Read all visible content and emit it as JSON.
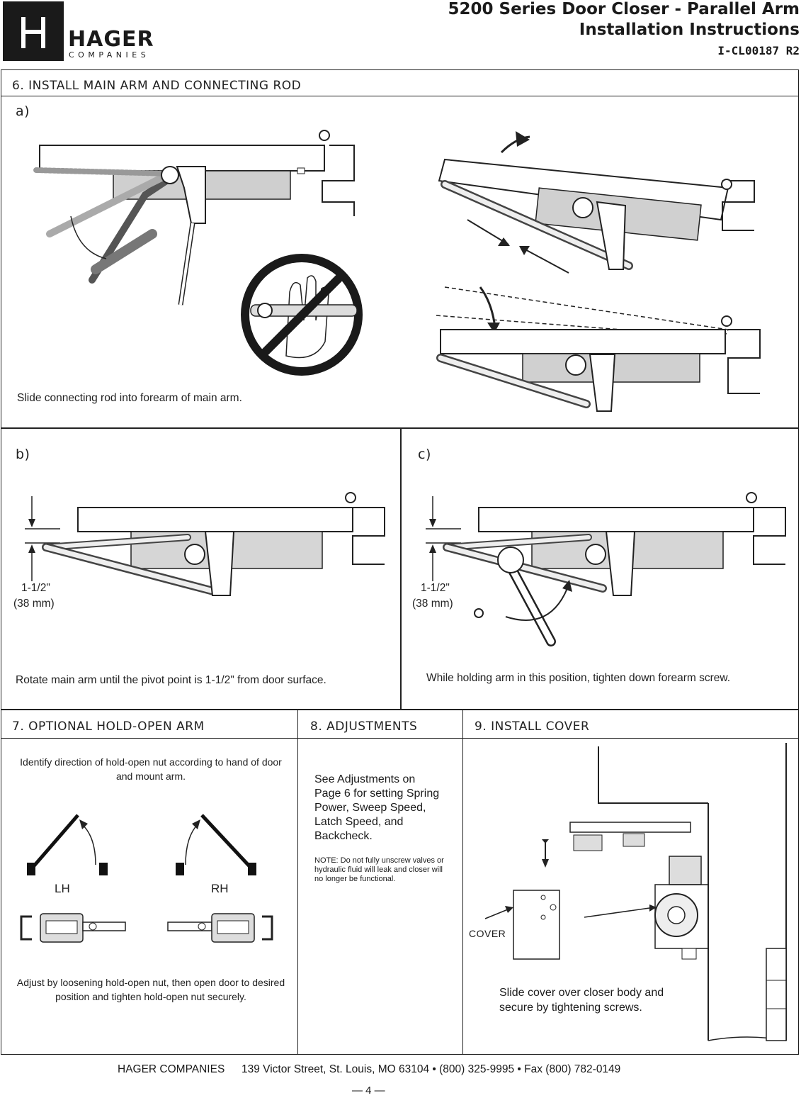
{
  "header": {
    "logo_text": "HAGER",
    "logo_sub": "COMPANIES",
    "title_line1": "5200 Series Door Closer - Parallel Arm",
    "title_line2": "Installation Instructions",
    "doc_code": "I-CL00187 R2"
  },
  "step6": {
    "heading": "6. INSTALL MAIN ARM AND CONNECTING ROD",
    "a": {
      "label": "a)",
      "caption": "Slide connecting rod into forearm of main arm."
    },
    "b": {
      "label": "b)",
      "dim_inch": "1-1/2\"",
      "dim_mm": "(38 mm)",
      "caption": "Rotate main arm until the pivot point is 1-1/2\" from door surface."
    },
    "c": {
      "label": "c)",
      "dim_inch": "1-1/2\"",
      "dim_mm": "(38 mm)",
      "caption": "While holding arm in this position, tighten down forearm screw."
    }
  },
  "step7": {
    "heading": "7. OPTIONAL HOLD-OPEN ARM",
    "intro": "Identify direction of hold-open nut according to hand of door and mount arm.",
    "lh_label": "LH",
    "rh_label": "RH",
    "adjust_text": "Adjust by loosening hold-open nut, then open door to desired position and tighten hold-open nut securely."
  },
  "step8": {
    "heading": "8. ADJUSTMENTS",
    "body": "See Adjustments on Page 6 for setting Spring Power, Sweep Speed, Latch Speed, and Backcheck.",
    "note": "NOTE: Do not fully unscrew valves or hydraulic fluid will leak and closer will no longer be functional."
  },
  "step9": {
    "heading": "9. INSTALL COVER",
    "cover_label": "COVER",
    "caption": "Slide cover over closer body and secure by tightening screws."
  },
  "footer": {
    "company": "HAGER COMPANIES",
    "address": "139 Victor Street, St. Louis, MO 63104 • (800) 325-9995 • Fax (800) 782-0149",
    "page": "— 4 —"
  }
}
